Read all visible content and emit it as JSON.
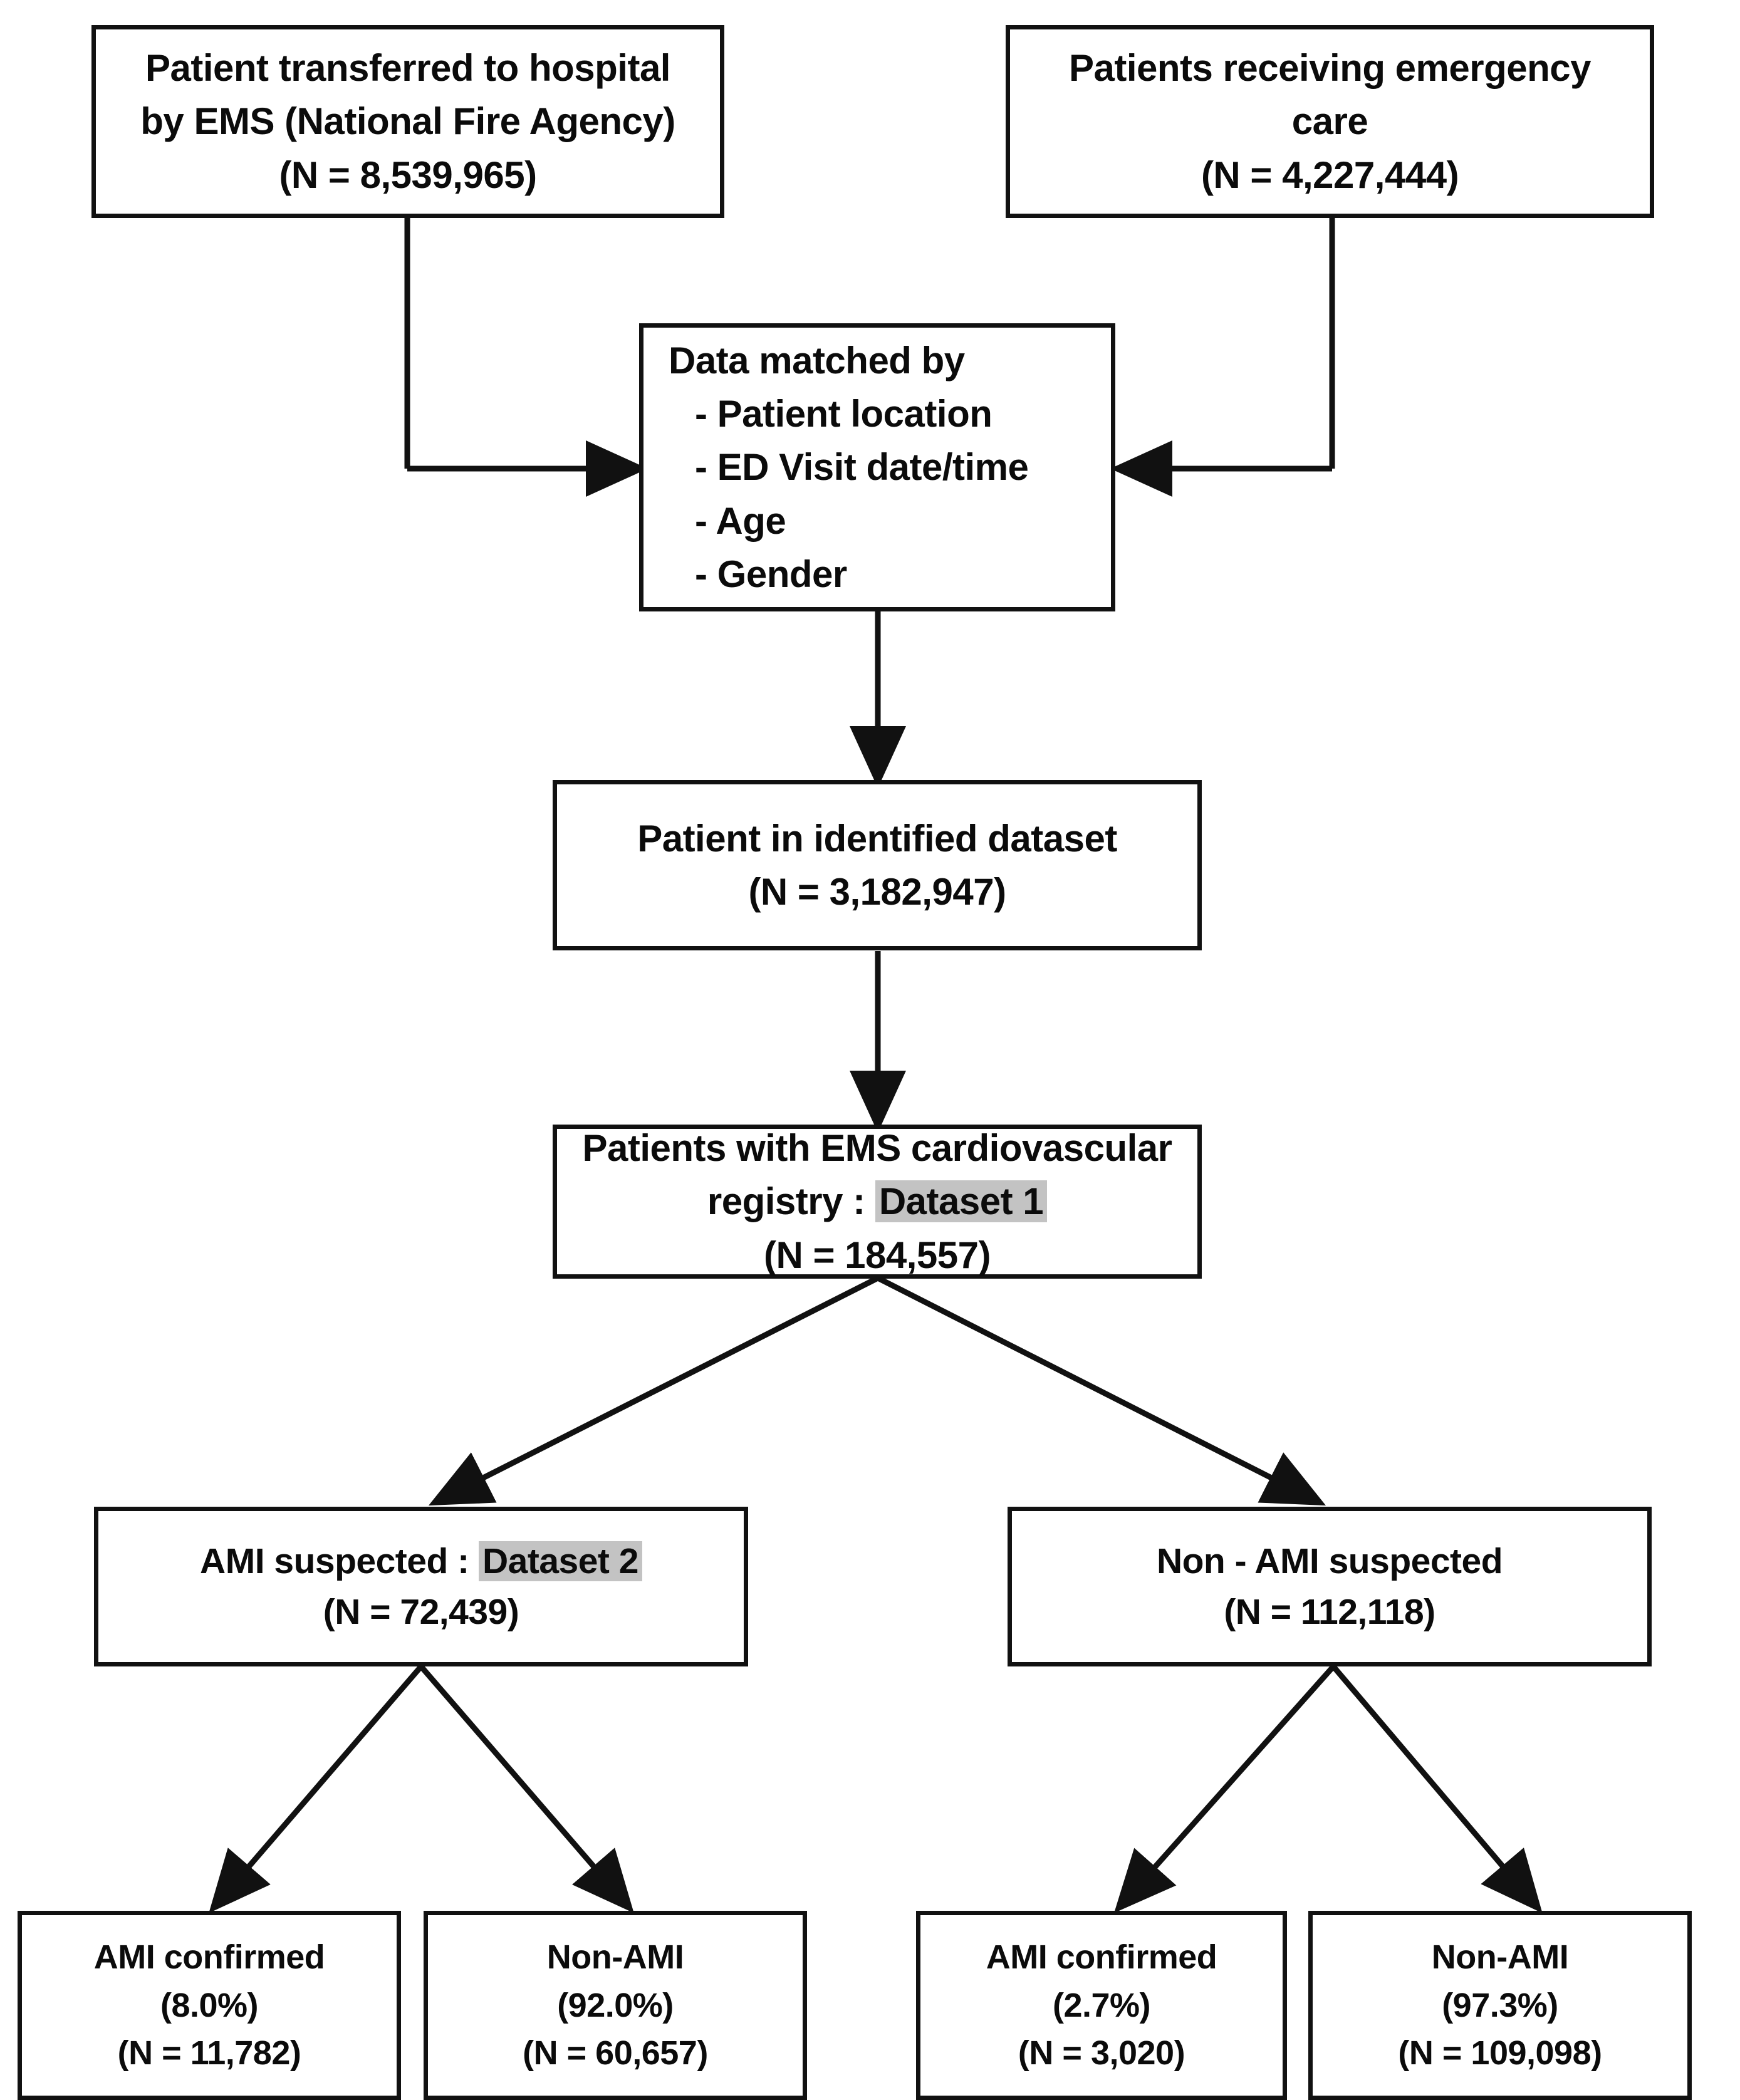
{
  "diagram": {
    "title": "Patient cohort selection flowchart",
    "highlight_color": "#c3c3c3",
    "line_color": "#111111",
    "nodes": {
      "ems_transfer": {
        "line1": "Patient transferred to hospital",
        "line2": "by EMS (National Fire Agency)",
        "line3": "(N = 8,539,965)"
      },
      "emergency_care": {
        "line1": "Patients receiving emergency",
        "line2": "care",
        "line3": "(N = 4,227,444)"
      },
      "data_matched": {
        "heading": "Data matched by",
        "item1": "- Patient location",
        "item2": "- ED Visit date/time",
        "item3": "- Age",
        "item4": "- Gender"
      },
      "identified_dataset": {
        "line1": "Patient in identified dataset",
        "line2": "(N = 3,182,947)"
      },
      "registry_dataset1": {
        "line1": "Patients with EMS cardiovascular",
        "line2_prefix": "registry : ",
        "line2_highlight": "Dataset 1",
        "line3": "(N = 184,557)"
      },
      "ami_suspected": {
        "line1_prefix": "AMI suspected : ",
        "line1_highlight": "Dataset 2",
        "line2": "(N = 72,439)"
      },
      "non_ami_suspected": {
        "line1": "Non - AMI suspected",
        "line2": "(N = 112,118)"
      },
      "ami_confirmed_left": {
        "line1": "AMI confirmed",
        "line2": "(8.0%)",
        "line3": "(N = 11,782)"
      },
      "non_ami_left": {
        "line1": "Non-AMI",
        "line2": "(92.0%)",
        "line3": "(N = 60,657)"
      },
      "ami_confirmed_right": {
        "line1": "AMI confirmed",
        "line2": "(2.7%)",
        "line3": "(N = 3,020)"
      },
      "non_ami_right": {
        "line1": "Non-AMI",
        "line2": "(97.3%)",
        "line3": "(N = 109,098)"
      }
    }
  }
}
